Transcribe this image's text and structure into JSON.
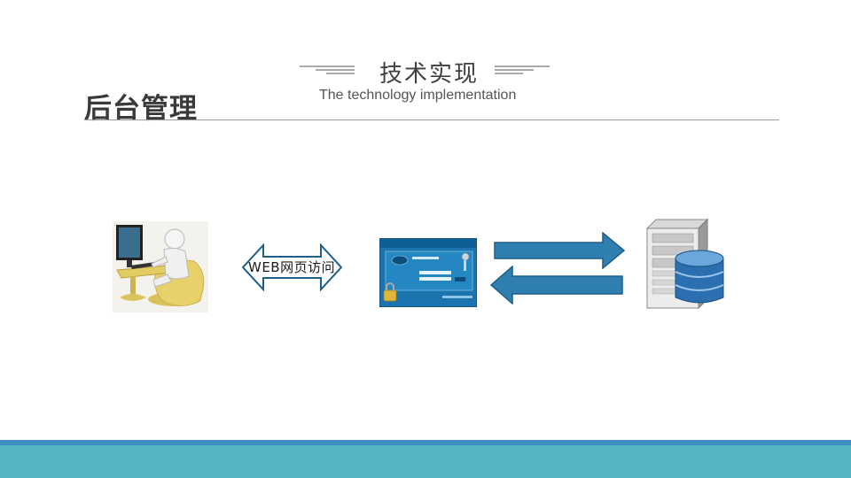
{
  "section_title": "后台管理",
  "title": "技术实现",
  "subtitle": "The technology implementation",
  "diagram": {
    "web_access_label": "WEB网页访问"
  },
  "colors": {
    "arrow_fill": "#2f7fb0",
    "arrow_stroke": "#1d5f8a",
    "footer_bar": "#56b3c2",
    "footer_line": "#3a8fbf",
    "login_bg": "#1b74ad",
    "db_blue": "#2c6fb0"
  }
}
